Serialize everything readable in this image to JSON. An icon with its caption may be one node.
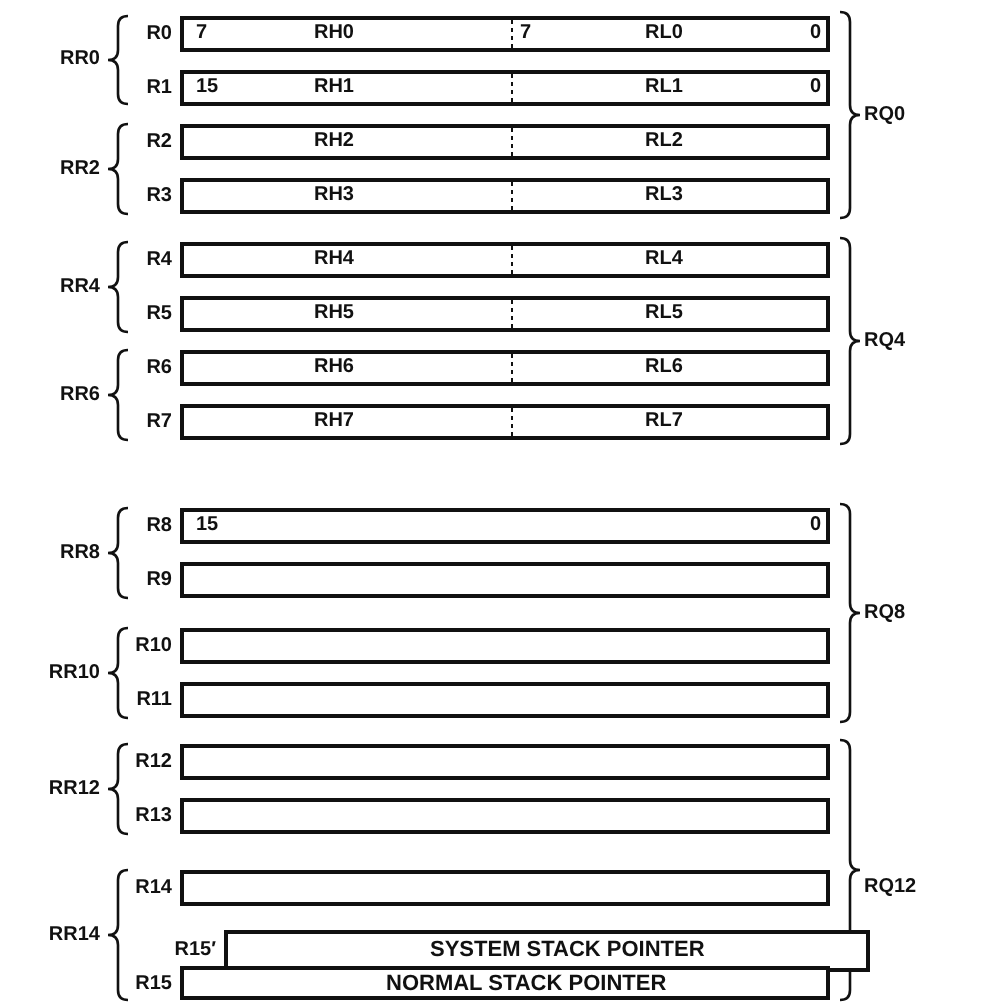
{
  "diagram": {
    "nodes": [
      {
        "text": [
          "R0",
          "7",
          "RH0",
          "7",
          "RL0",
          "0"
        ]
      },
      {
        "text": [
          "R1",
          "15",
          "RH1",
          "RL1",
          "0"
        ]
      },
      {
        "text": [
          "R2",
          "RH2",
          "RL2"
        ]
      },
      {
        "text": [
          "R3",
          "RH3",
          "RL3"
        ]
      },
      {
        "text": [
          "R4",
          "RH4",
          "RL4"
        ]
      },
      {
        "text": [
          "R5",
          "RH5",
          "RL5"
        ]
      },
      {
        "text": [
          "R6",
          "RH6",
          "RL6"
        ]
      },
      {
        "text": [
          "R7",
          "RH7",
          "RL7"
        ]
      },
      {
        "text": [
          "R8",
          "15",
          "0"
        ]
      },
      {
        "text": [
          "R9"
        ]
      },
      {
        "text": [
          "R10"
        ]
      },
      {
        "text": [
          "R11"
        ]
      },
      {
        "text": [
          "R12"
        ]
      },
      {
        "text": [
          "R13"
        ]
      },
      {
        "text": [
          "R14"
        ]
      },
      {
        "text": [
          "R15′",
          "SYSTEM STACK POINTER"
        ]
      },
      {
        "text": [
          "R15",
          "NORMAL STACK POINTER"
        ]
      }
    ],
    "labels": [
      "RR0",
      "RR2",
      "RR4",
      "RR6",
      "RR8",
      "RR10",
      "RR12",
      "RR14",
      "RQ0",
      "RQ4",
      "RQ8",
      "RQ12"
    ]
  }
}
